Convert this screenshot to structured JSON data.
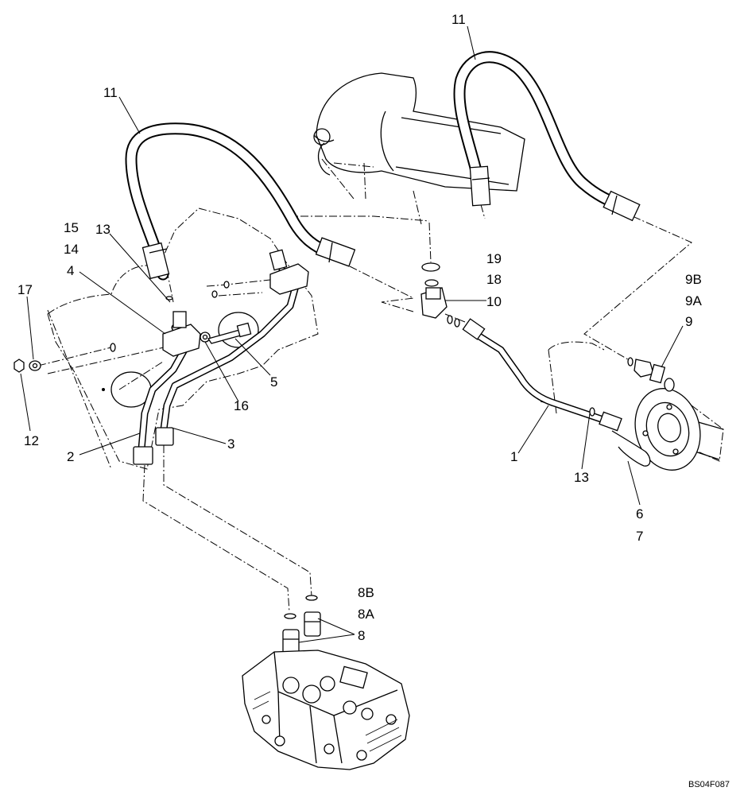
{
  "diagram": {
    "drawing_ref": "BS04F087",
    "callouts": {
      "c11_top": "11",
      "c11_left": "11",
      "c15": "15",
      "c14": "14",
      "c13_left": "13",
      "c4": "4",
      "c17": "17",
      "c12": "12",
      "c16": "16",
      "c5": "5",
      "c2": "2",
      "c3": "3",
      "c19": "19",
      "c18": "18",
      "c10": "10",
      "c9B": "9B",
      "c9A": "9A",
      "c9": "9",
      "c1": "1",
      "c13_right": "13",
      "c6": "6",
      "c7": "7",
      "c8B": "8B",
      "c8A": "8A",
      "c8": "8"
    }
  }
}
